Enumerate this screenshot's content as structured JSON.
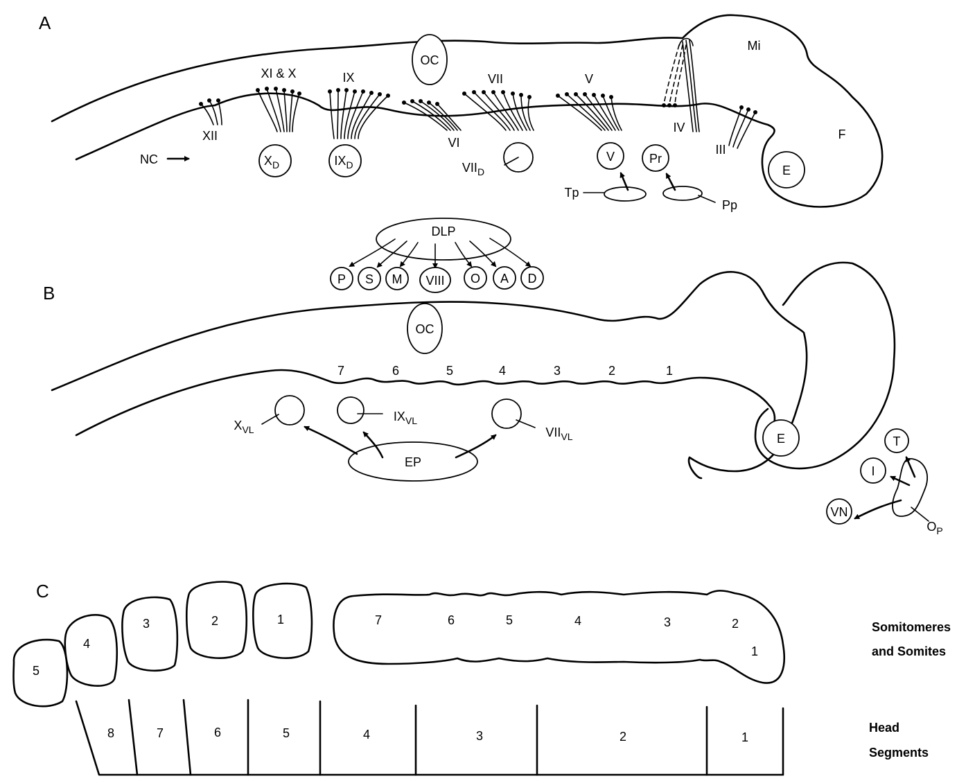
{
  "panels": {
    "a": "A",
    "b": "B",
    "c": "C"
  },
  "panel_a": {
    "oc": "OC",
    "mi": "Mi",
    "f": "F",
    "e": "E",
    "xi_x": "XI & X",
    "ix": "IX",
    "vii": "VII",
    "v": "V",
    "xii": "XII",
    "vi": "VI",
    "iv": "IV",
    "iii": "III",
    "nc": "NC",
    "xd_main": "X",
    "xd_sub": "D",
    "ixd_main": "IX",
    "ixd_sub": "D",
    "viid_main": "VII",
    "viid_sub": "D",
    "v_circle": "V",
    "pr": "Pr",
    "tp": "Tp",
    "pp": "Pp"
  },
  "panel_b": {
    "dlp": "DLP",
    "placodes": [
      "P",
      "S",
      "M",
      "VIII",
      "O",
      "A",
      "D"
    ],
    "oc": "OC",
    "e": "E",
    "numbers": [
      "7",
      "6",
      "5",
      "4",
      "3",
      "2",
      "1"
    ],
    "xvl_main": "X",
    "xvl_sub": "VL",
    "ixvl_main": "IX",
    "ixvl_sub": "VL",
    "viivl_main": "VII",
    "viivl_sub": "VL",
    "ep": "EP",
    "t": "T",
    "i": "I",
    "vn": "VN",
    "op_main": "O",
    "op_sub": "P"
  },
  "panel_c": {
    "somites": [
      "5",
      "4",
      "3",
      "2",
      "1"
    ],
    "somitomeres": [
      "7",
      "6",
      "5",
      "4",
      "3",
      "2",
      "1"
    ],
    "head_segments": [
      "8",
      "7",
      "6",
      "5",
      "4",
      "3",
      "2",
      "1"
    ],
    "label_somito_1": "Somitomeres",
    "label_somito_2": "and Somites",
    "label_head_1": "Head",
    "label_head_2": "Segments"
  }
}
